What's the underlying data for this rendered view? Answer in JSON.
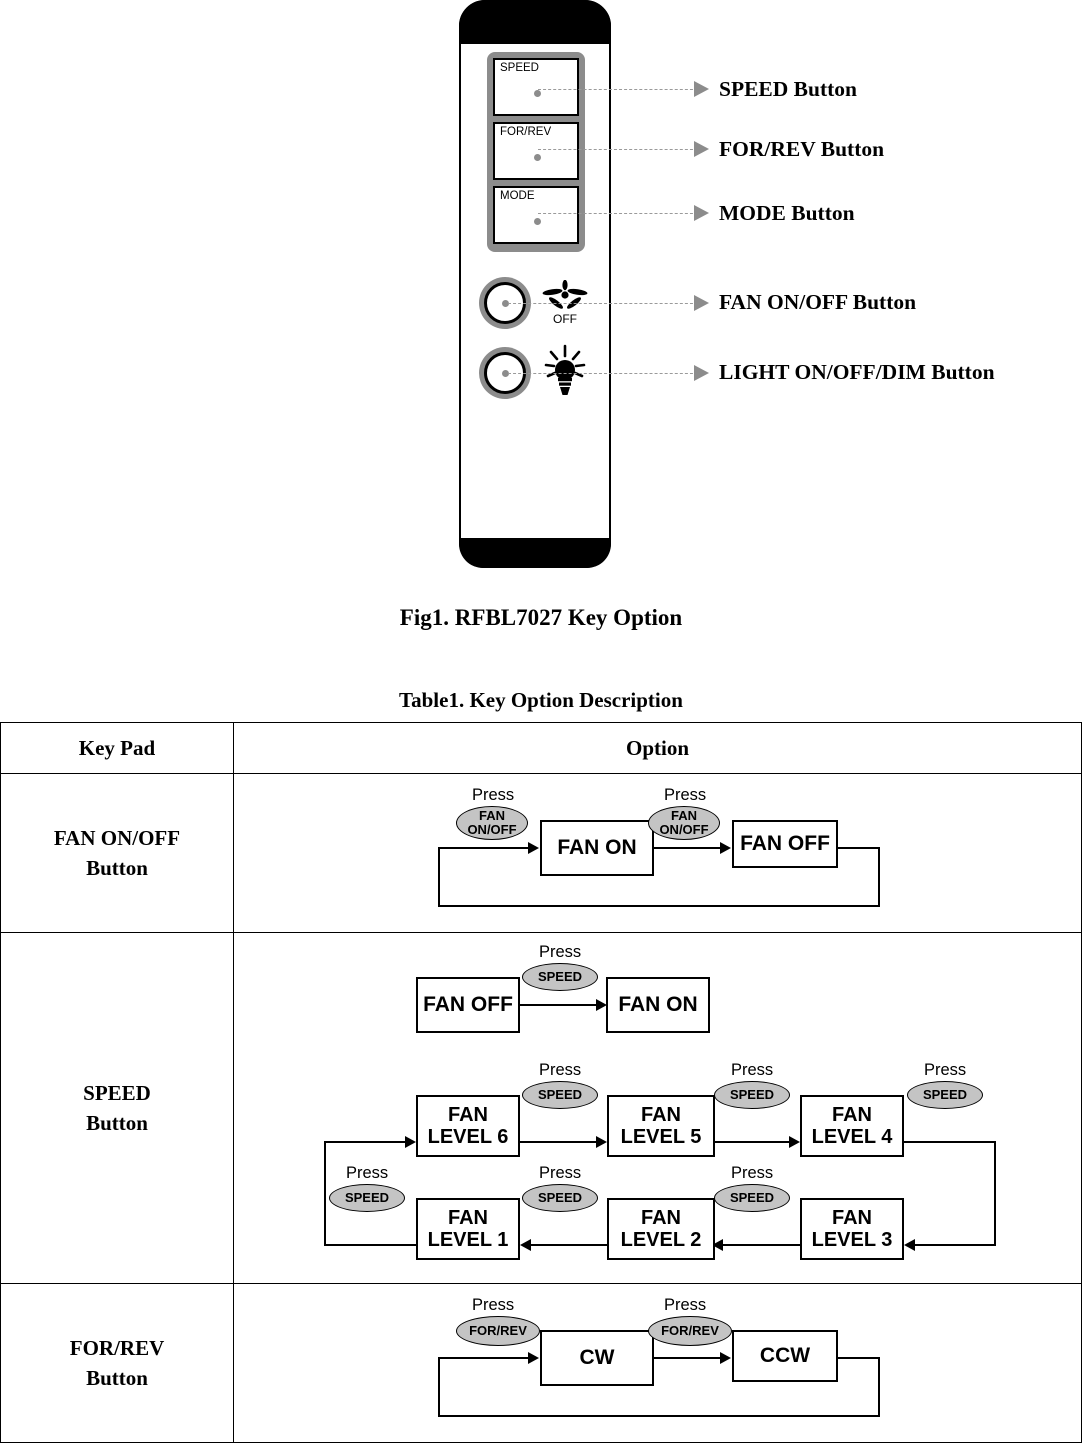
{
  "figure": {
    "caption": "Fig1. RFBL7027    Key Option",
    "remote": {
      "keys": [
        {
          "label": "SPEED",
          "name": "speed"
        },
        {
          "label": "FOR/REV",
          "name": "for-rev"
        },
        {
          "label": "MODE",
          "name": "mode"
        }
      ],
      "fan_icon_label": "OFF"
    },
    "callouts": [
      {
        "label": "SPEED Button"
      },
      {
        "label": "FOR/REV Button"
      },
      {
        "label": "MODE Button"
      },
      {
        "label": "FAN ON/OFF Button"
      },
      {
        "label": "LIGHT ON/OFF/DIM Button"
      }
    ]
  },
  "table": {
    "caption": "Table1. Key Option Description",
    "headers": {
      "key_pad": "Key Pad",
      "option": "Option"
    },
    "rows": [
      {
        "key_pad_line1": "FAN ON/OFF",
        "key_pad_line2": "Button",
        "press_label": "Press",
        "button_name_line1": "FAN",
        "button_name_line2": "ON/OFF",
        "states": [
          "FAN ON",
          "FAN OFF"
        ]
      },
      {
        "key_pad_line1": "SPEED",
        "key_pad_line2": "Button",
        "press_label": "Press",
        "button_name": "SPEED",
        "power_states": [
          "FAN OFF",
          "FAN ON"
        ],
        "levels_top": [
          "FAN LEVEL 6",
          "FAN LEVEL 5",
          "FAN LEVEL 4"
        ],
        "levels_bottom": [
          "FAN LEVEL 1",
          "FAN LEVEL 2",
          "FAN LEVEL 3"
        ],
        "level_boxes": [
          {
            "line1": "FAN",
            "line2": "LEVEL 6"
          },
          {
            "line1": "FAN",
            "line2": "LEVEL 5"
          },
          {
            "line1": "FAN",
            "line2": "LEVEL 4"
          },
          {
            "line1": "FAN",
            "line2": "LEVEL 1"
          },
          {
            "line1": "FAN",
            "line2": "LEVEL 2"
          },
          {
            "line1": "FAN",
            "line2": "LEVEL 3"
          }
        ]
      },
      {
        "key_pad_line1": "FOR/REV",
        "key_pad_line2": "Button",
        "press_label": "Press",
        "button_name": "FOR/REV",
        "states": [
          "CW",
          "CCW"
        ]
      }
    ]
  },
  "colors": {
    "remote_bezel": "#8c8c8c",
    "ellipse_fill": "#c4c4c4",
    "callout_arrow": "#8c8c8c",
    "callout_dash": "#9a9a9a",
    "line": "#000000"
  }
}
